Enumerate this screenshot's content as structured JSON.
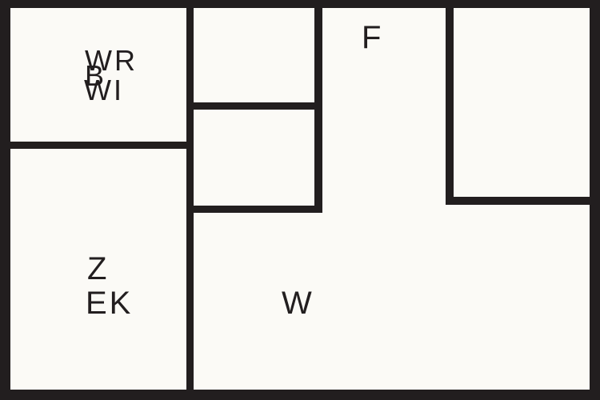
{
  "floorplan": {
    "type": "floor-plan",
    "wall_color": "#221e1f",
    "background_color": "#fbfaf6",
    "text_color": "#221e1f",
    "labels": {
      "wr": "WR",
      "b": "B",
      "wi": "WI",
      "f": "F",
      "z": "Z",
      "ek": "EK",
      "w": "W"
    },
    "rooms": [
      {
        "id": "top-left",
        "labels": [
          "WR",
          "B",
          "WI"
        ]
      },
      {
        "id": "bottom-left",
        "labels": [
          "Z",
          "EK"
        ]
      },
      {
        "id": "mid-upper",
        "labels": []
      },
      {
        "id": "mid-lower",
        "labels": []
      },
      {
        "id": "top-right-area",
        "labels": [
          "F"
        ]
      },
      {
        "id": "top-right-room",
        "labels": []
      },
      {
        "id": "main",
        "labels": [
          "W"
        ]
      }
    ]
  }
}
